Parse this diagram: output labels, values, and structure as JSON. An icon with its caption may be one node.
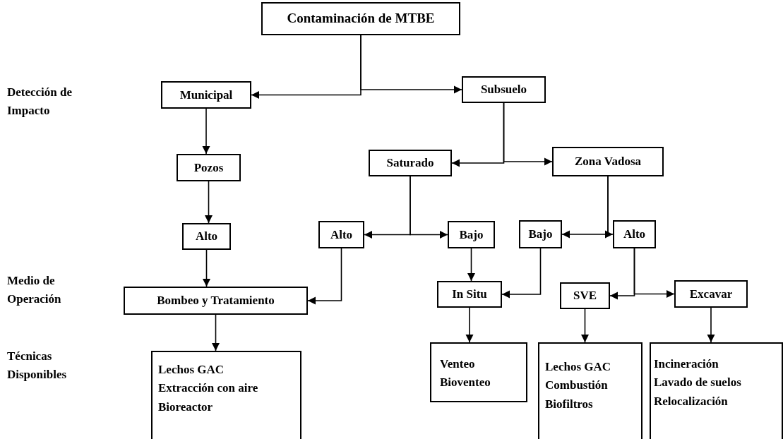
{
  "diagram": {
    "nodes": [
      {
        "text": [
          "Contaminación de MTBE"
        ]
      },
      {
        "text": [
          "Municipal"
        ]
      },
      {
        "text": [
          "Subsuelo"
        ]
      },
      {
        "text": [
          "Pozos"
        ]
      },
      {
        "text": [
          "Saturado"
        ]
      },
      {
        "text": [
          "Zona Vadosa"
        ]
      },
      {
        "text": [
          "Alto"
        ]
      },
      {
        "text": [
          "Alto"
        ]
      },
      {
        "text": [
          "Bajo"
        ]
      },
      {
        "text": [
          "Bajo"
        ]
      },
      {
        "text": [
          "Alto"
        ]
      },
      {
        "text": [
          "Bombeo y Tratamiento"
        ]
      },
      {
        "text": [
          "In Situ"
        ]
      },
      {
        "text": [
          "SVE"
        ]
      },
      {
        "text": [
          "Excavar"
        ]
      },
      {
        "text": [
          "Lechos GAC",
          "Extracción con aire",
          "Bioreactor"
        ]
      },
      {
        "text": [
          "Venteo",
          "Bioventeo"
        ]
      },
      {
        "text": [
          "Lechos GAC",
          "Combustión",
          "Biofiltros"
        ]
      },
      {
        "text": [
          "Incineración",
          "Lavado de suelos",
          "Relocalización"
        ]
      }
    ],
    "edges": [
      {
        "from": 0,
        "to": 1,
        "arrow": "to"
      },
      {
        "from": 0,
        "to": 2,
        "arrow": "to"
      },
      {
        "from": 1,
        "to": 3,
        "arrow": "to"
      },
      {
        "from": 3,
        "to": 6,
        "arrow": "to"
      },
      {
        "from": 6,
        "to": 11,
        "arrow": "to"
      },
      {
        "from": 2,
        "to": 4,
        "arrow": "to"
      },
      {
        "from": 2,
        "to": 5,
        "arrow": "to"
      },
      {
        "from": 4,
        "to": 7,
        "arrow": "to"
      },
      {
        "from": 4,
        "to": 8,
        "arrow": "to"
      },
      {
        "from": 7,
        "to": 11,
        "arrow": "to"
      },
      {
        "from": 8,
        "to": 12,
        "arrow": "to"
      },
      {
        "from": 5,
        "to": 9,
        "arrow": "to"
      },
      {
        "from": 5,
        "to": 10,
        "arrow": "to"
      },
      {
        "from": 9,
        "to": 12,
        "arrow": "to"
      },
      {
        "from": 10,
        "to": 13,
        "arrow": "to"
      },
      {
        "from": 10,
        "to": 14,
        "arrow": "to"
      },
      {
        "from": 11,
        "to": 15,
        "arrow": "to"
      },
      {
        "from": 12,
        "to": 16,
        "arrow": "to"
      },
      {
        "from": 13,
        "to": 17,
        "arrow": "to"
      },
      {
        "from": 14,
        "to": 18,
        "arrow": "to"
      }
    ],
    "labels": [
      "Detección de Impacto",
      "Medio de Operación",
      "Técnicas Disponibles"
    ]
  }
}
